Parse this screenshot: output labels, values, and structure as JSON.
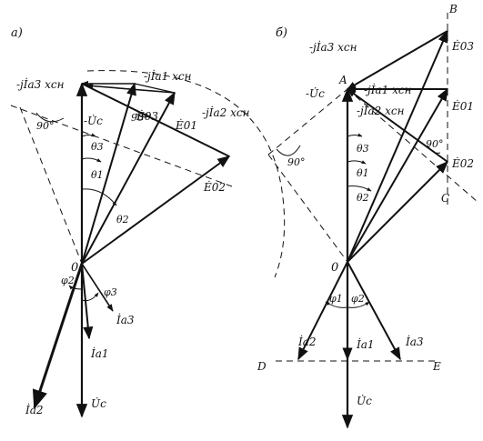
{
  "panels": {
    "a": {
      "title": "а)",
      "origin": "0",
      "angle_90": "90°",
      "angle_90_small": "90°",
      "theta3": "θ3",
      "theta1": "θ1",
      "theta2": "θ2",
      "phi2": "φ2",
      "phi3": "φ3",
      "neg_uc": "-U̇c",
      "uc": "U̇c",
      "e01": "Ė01",
      "e02": "Ė02",
      "e03": "Ė03",
      "ia1": "İa1",
      "ia2": "İa2",
      "ia3": "İa3",
      "drop_a3": "-jİa3 xсн",
      "drop_a1": "-jİa1 xсн",
      "drop_a2": "-jİa2 xсн"
    },
    "b": {
      "title": "б)",
      "origin": "0",
      "point_a": "A",
      "point_b": "B",
      "point_c": "C",
      "point_d": "D",
      "point_e": "E",
      "angle_90": "90°",
      "angle_90_small": "90°",
      "theta3": "θ3",
      "theta1": "θ1",
      "theta2": "θ2",
      "phi1": "φ1",
      "phi2": "φ2",
      "neg_uc": "-U̇c",
      "uc": "U̇c",
      "e01": "Ė01",
      "e02": "Ė02",
      "e03": "Ė03",
      "ia1": "İa1",
      "ia2": "İa2",
      "ia3": "İa3",
      "drop_a3": "-jİa3 xсн",
      "drop_a1": "-jİa1 xсн",
      "drop_a2": "-jİa2 xсн"
    }
  }
}
